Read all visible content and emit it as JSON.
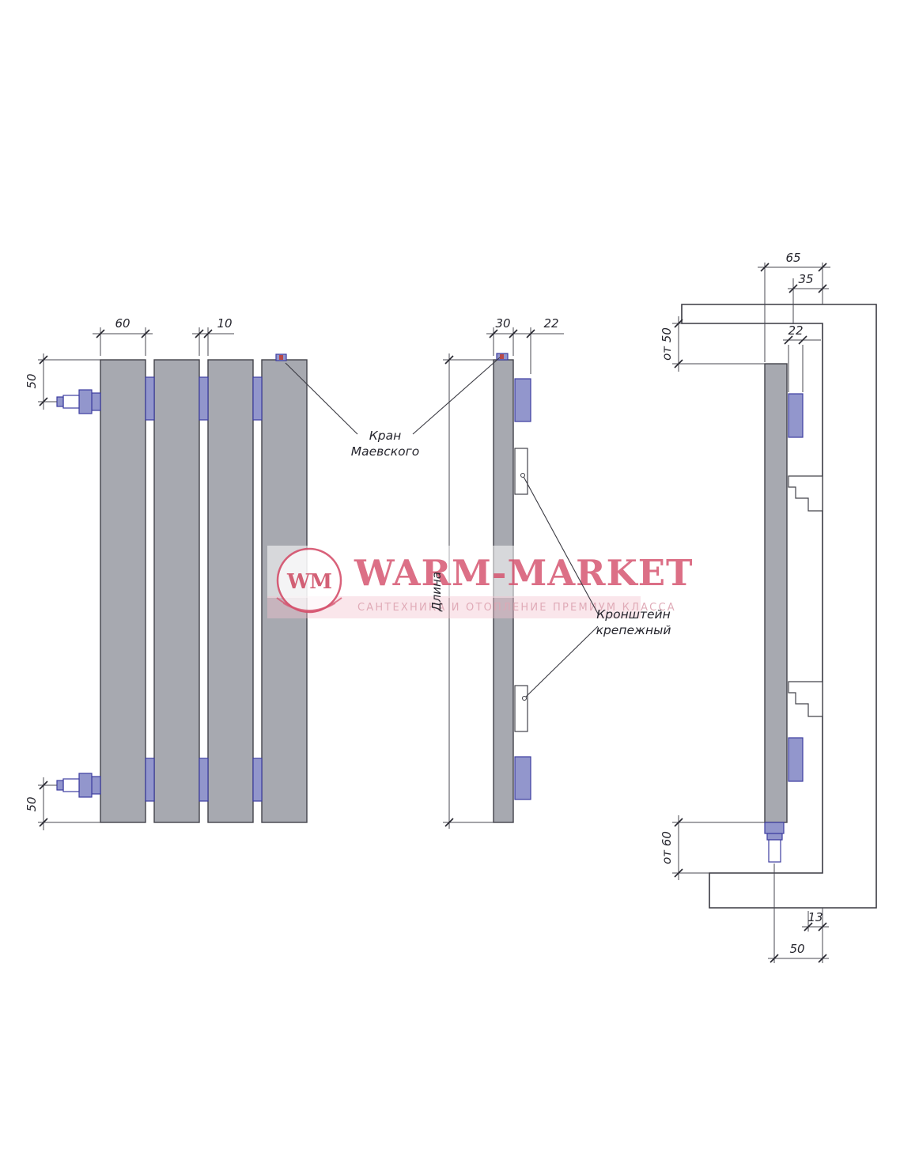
{
  "watermark": {
    "monogram": "WM",
    "title": "WARM-MARKET",
    "subtitle": "САНТЕХНИКА И ОТОПЛЕНИЕ ПРЕМИУМ КЛАССА",
    "accent_color": "#d5506c",
    "subtitle_color": "#dfa8b5"
  },
  "front_view": {
    "dim_panel_width": "60",
    "dim_panel_gap": "10",
    "dim_top_offset": "50",
    "dim_bottom_offset": "50"
  },
  "side_view": {
    "dim_depth": "30",
    "dim_bracket_depth": "22",
    "dim_length": "Длина",
    "valve_label_line1": "Кран",
    "valve_label_line2": "Маевского",
    "bracket_label_line1": "Кронштейн",
    "bracket_label_line2": "крепежный"
  },
  "install_view": {
    "dim_depth_total": "65",
    "dim_bracket_offset": "35",
    "dim_block_depth": "22",
    "dim_top_clearance": "от 50",
    "dim_bottom_clearance": "от 60",
    "dim_wall_gap": "13",
    "dim_pipe_offset": "50"
  },
  "colors": {
    "line": "#3a3a42",
    "panel_fill": "#a7a9b0",
    "fitting_fill": "#9296cc",
    "hatch": "#9296a0"
  }
}
